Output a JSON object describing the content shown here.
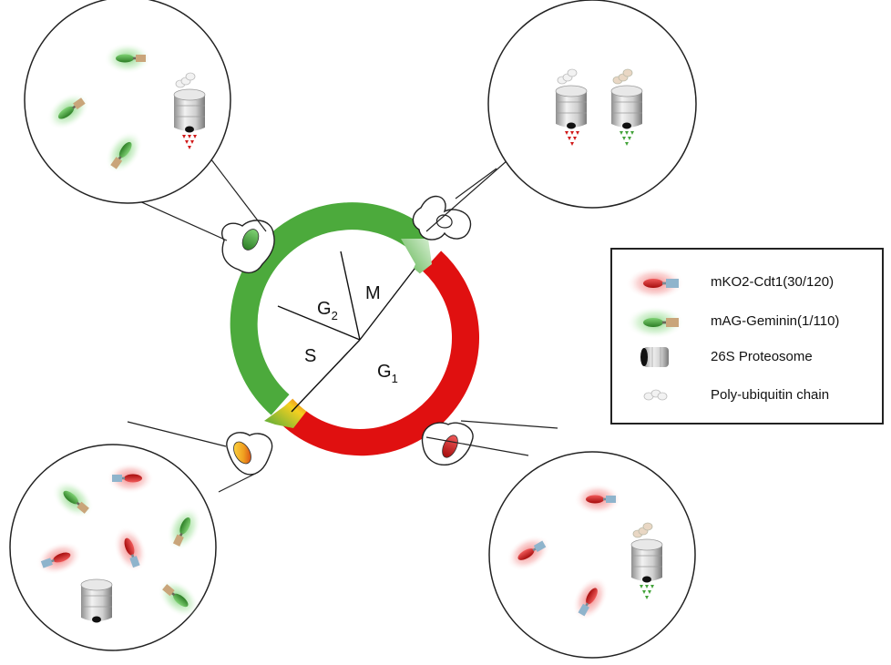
{
  "phases": {
    "g1": "G",
    "g1_sub": "1",
    "s": "S",
    "g2": "G",
    "g2_sub": "2",
    "m": "M"
  },
  "legend": {
    "items": [
      {
        "label": "mKO2-Cdt1(30/120)",
        "icon": "red-fluorescent-probe-icon"
      },
      {
        "label": "mAG-Geminin(1/110)",
        "icon": "green-fluorescent-probe-icon"
      },
      {
        "label": "26S Proteosome",
        "icon": "proteasome-icon"
      },
      {
        "label": "Poly-ubiquitin chain",
        "icon": "ubiquitin-chain-icon"
      }
    ]
  },
  "colors": {
    "red_probe": "#d11a1a",
    "green_probe": "#43a33a",
    "red_glow": "#f07070",
    "green_glow": "#7fd07a",
    "tag_blue": "#8fb4cc",
    "tag_tan": "#c9a57a",
    "ring_green": "#4caa3c",
    "ring_red": "#e01010"
  }
}
